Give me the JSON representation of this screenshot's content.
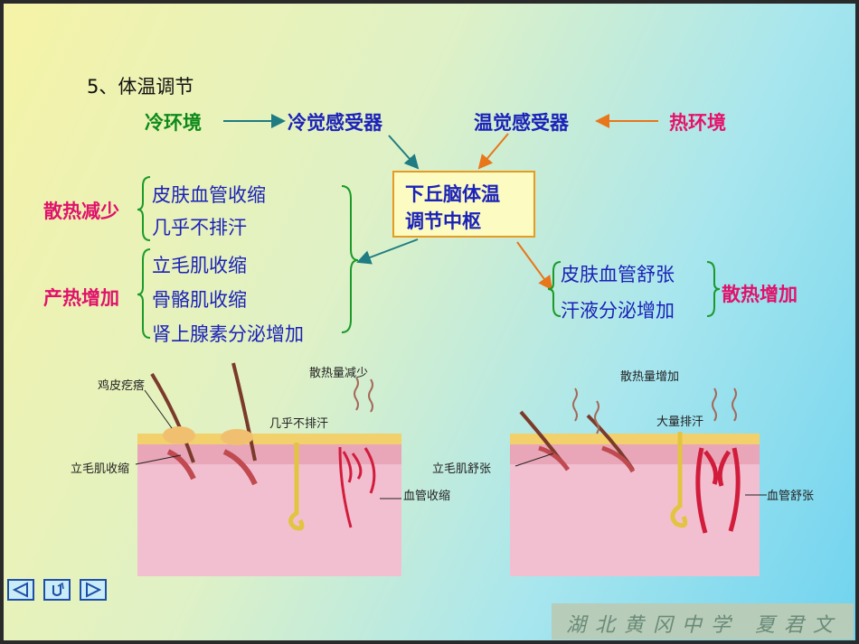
{
  "slide": {
    "title": "5、体温调节",
    "cold_env": "冷环境",
    "cold_receptor": "冷觉感受器",
    "warm_receptor": "温觉感受器",
    "hot_env": "热环境",
    "center_line1": "下丘脑体温",
    "center_line2": "调节中枢",
    "reduce_heat_loss": "散热减少",
    "effects_reduce": [
      "皮肤血管收缩",
      "几乎不排汗"
    ],
    "increase_heat_prod": "产热增加",
    "effects_produce": [
      "立毛肌收缩",
      "骨骼肌收缩",
      "肾上腺素分泌增加"
    ],
    "effects_increase_loss": [
      "皮肤血管舒张",
      "汗液分泌增加"
    ],
    "increase_heat_loss": "散热增加"
  },
  "figure_left": {
    "goosebumps": "鸡皮疙瘩",
    "piloerector": "立毛肌收缩",
    "almost_no_sweat": "几乎不排汗",
    "heat_loss_reduce": "散热量减少",
    "vessel_constrict": "血管收缩"
  },
  "figure_right": {
    "heat_loss_increase": "散热量增加",
    "much_sweat": "大量排汗",
    "piloerector_relax": "立毛肌舒张",
    "vessel_dilate": "血管舒张"
  },
  "footer": {
    "signature": "湖北黄冈中学 夏君文"
  },
  "nav_icons": [
    "prev-arrow-icon",
    "return-icon",
    "next-arrow-icon"
  ],
  "colors": {
    "green_text": "#0d8a1a",
    "blue_text": "#1b22b8",
    "pink_text": "#e0126b",
    "box_fill": "#fbfbc2",
    "box_border": "#e79b20"
  }
}
